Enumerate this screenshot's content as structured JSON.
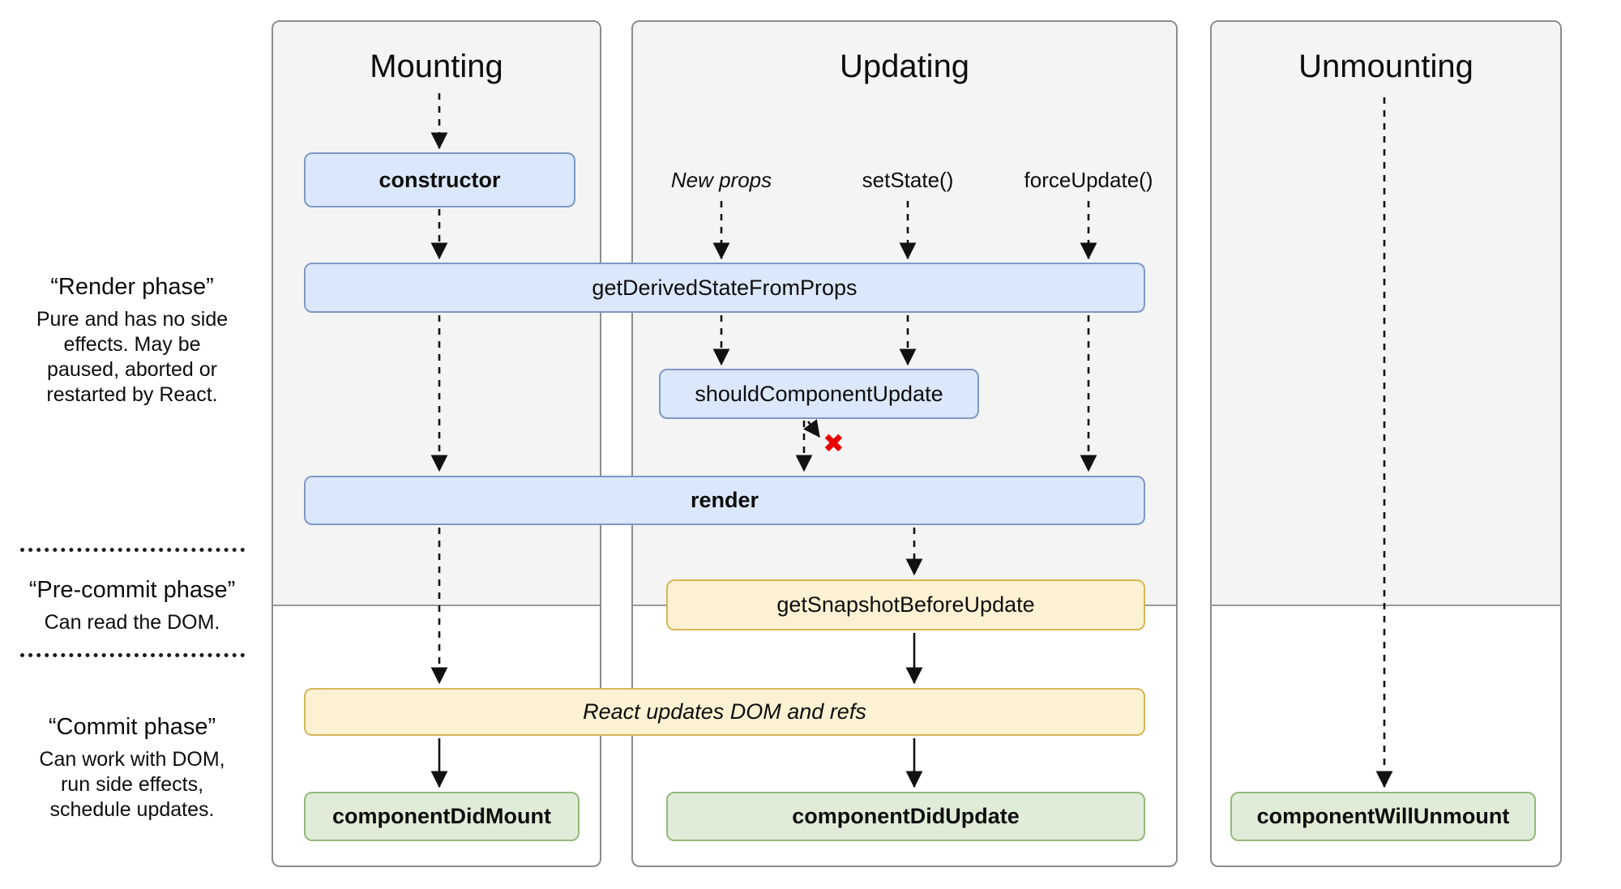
{
  "columns": [
    {
      "id": "mounting",
      "label": "Mounting"
    },
    {
      "id": "updating",
      "label": "Updating"
    },
    {
      "id": "unmounting",
      "label": "Unmounting"
    }
  ],
  "update_triggers": [
    {
      "id": "new-props",
      "label": "New props"
    },
    {
      "id": "set-state",
      "label": "setState()"
    },
    {
      "id": "force-update",
      "label": "forceUpdate()"
    }
  ],
  "phases": [
    {
      "title": "“Render phase”",
      "description": "Pure and has no side effects. May be paused, aborted or restarted by React."
    },
    {
      "title": "“Pre-commit phase”",
      "description": "Can read the DOM."
    },
    {
      "title": "“Commit phase”",
      "description": "Can work with DOM, run side effects, schedule updates."
    }
  ],
  "methods": {
    "ctor": "constructor",
    "get_derived_state_from_props": "getDerivedStateFromProps",
    "should_component_update": "shouldComponentUpdate",
    "render_method": "render",
    "get_snapshot_before_update": "getSnapshotBeforeUpdate",
    "react_updates_dom": "React updates DOM and refs",
    "component_did_mount": "componentDidMount",
    "component_did_update": "componentDidUpdate",
    "component_will_unmount": "componentWillUnmount"
  },
  "icons": {
    "abort_cross": "✖"
  },
  "colors": {
    "method_blue_fill": "#dbe7fa",
    "method_blue_border": "#7d99c7",
    "snapshot_yellow_fill": "#fcf2d3",
    "snapshot_yellow_border": "#d6b656",
    "commit_green_fill": "#e0ecd7",
    "commit_green_border": "#93b97c",
    "column_bg": "#f4f4f4",
    "column_border": "#8c8c8c",
    "abort_red": "#e80000"
  }
}
